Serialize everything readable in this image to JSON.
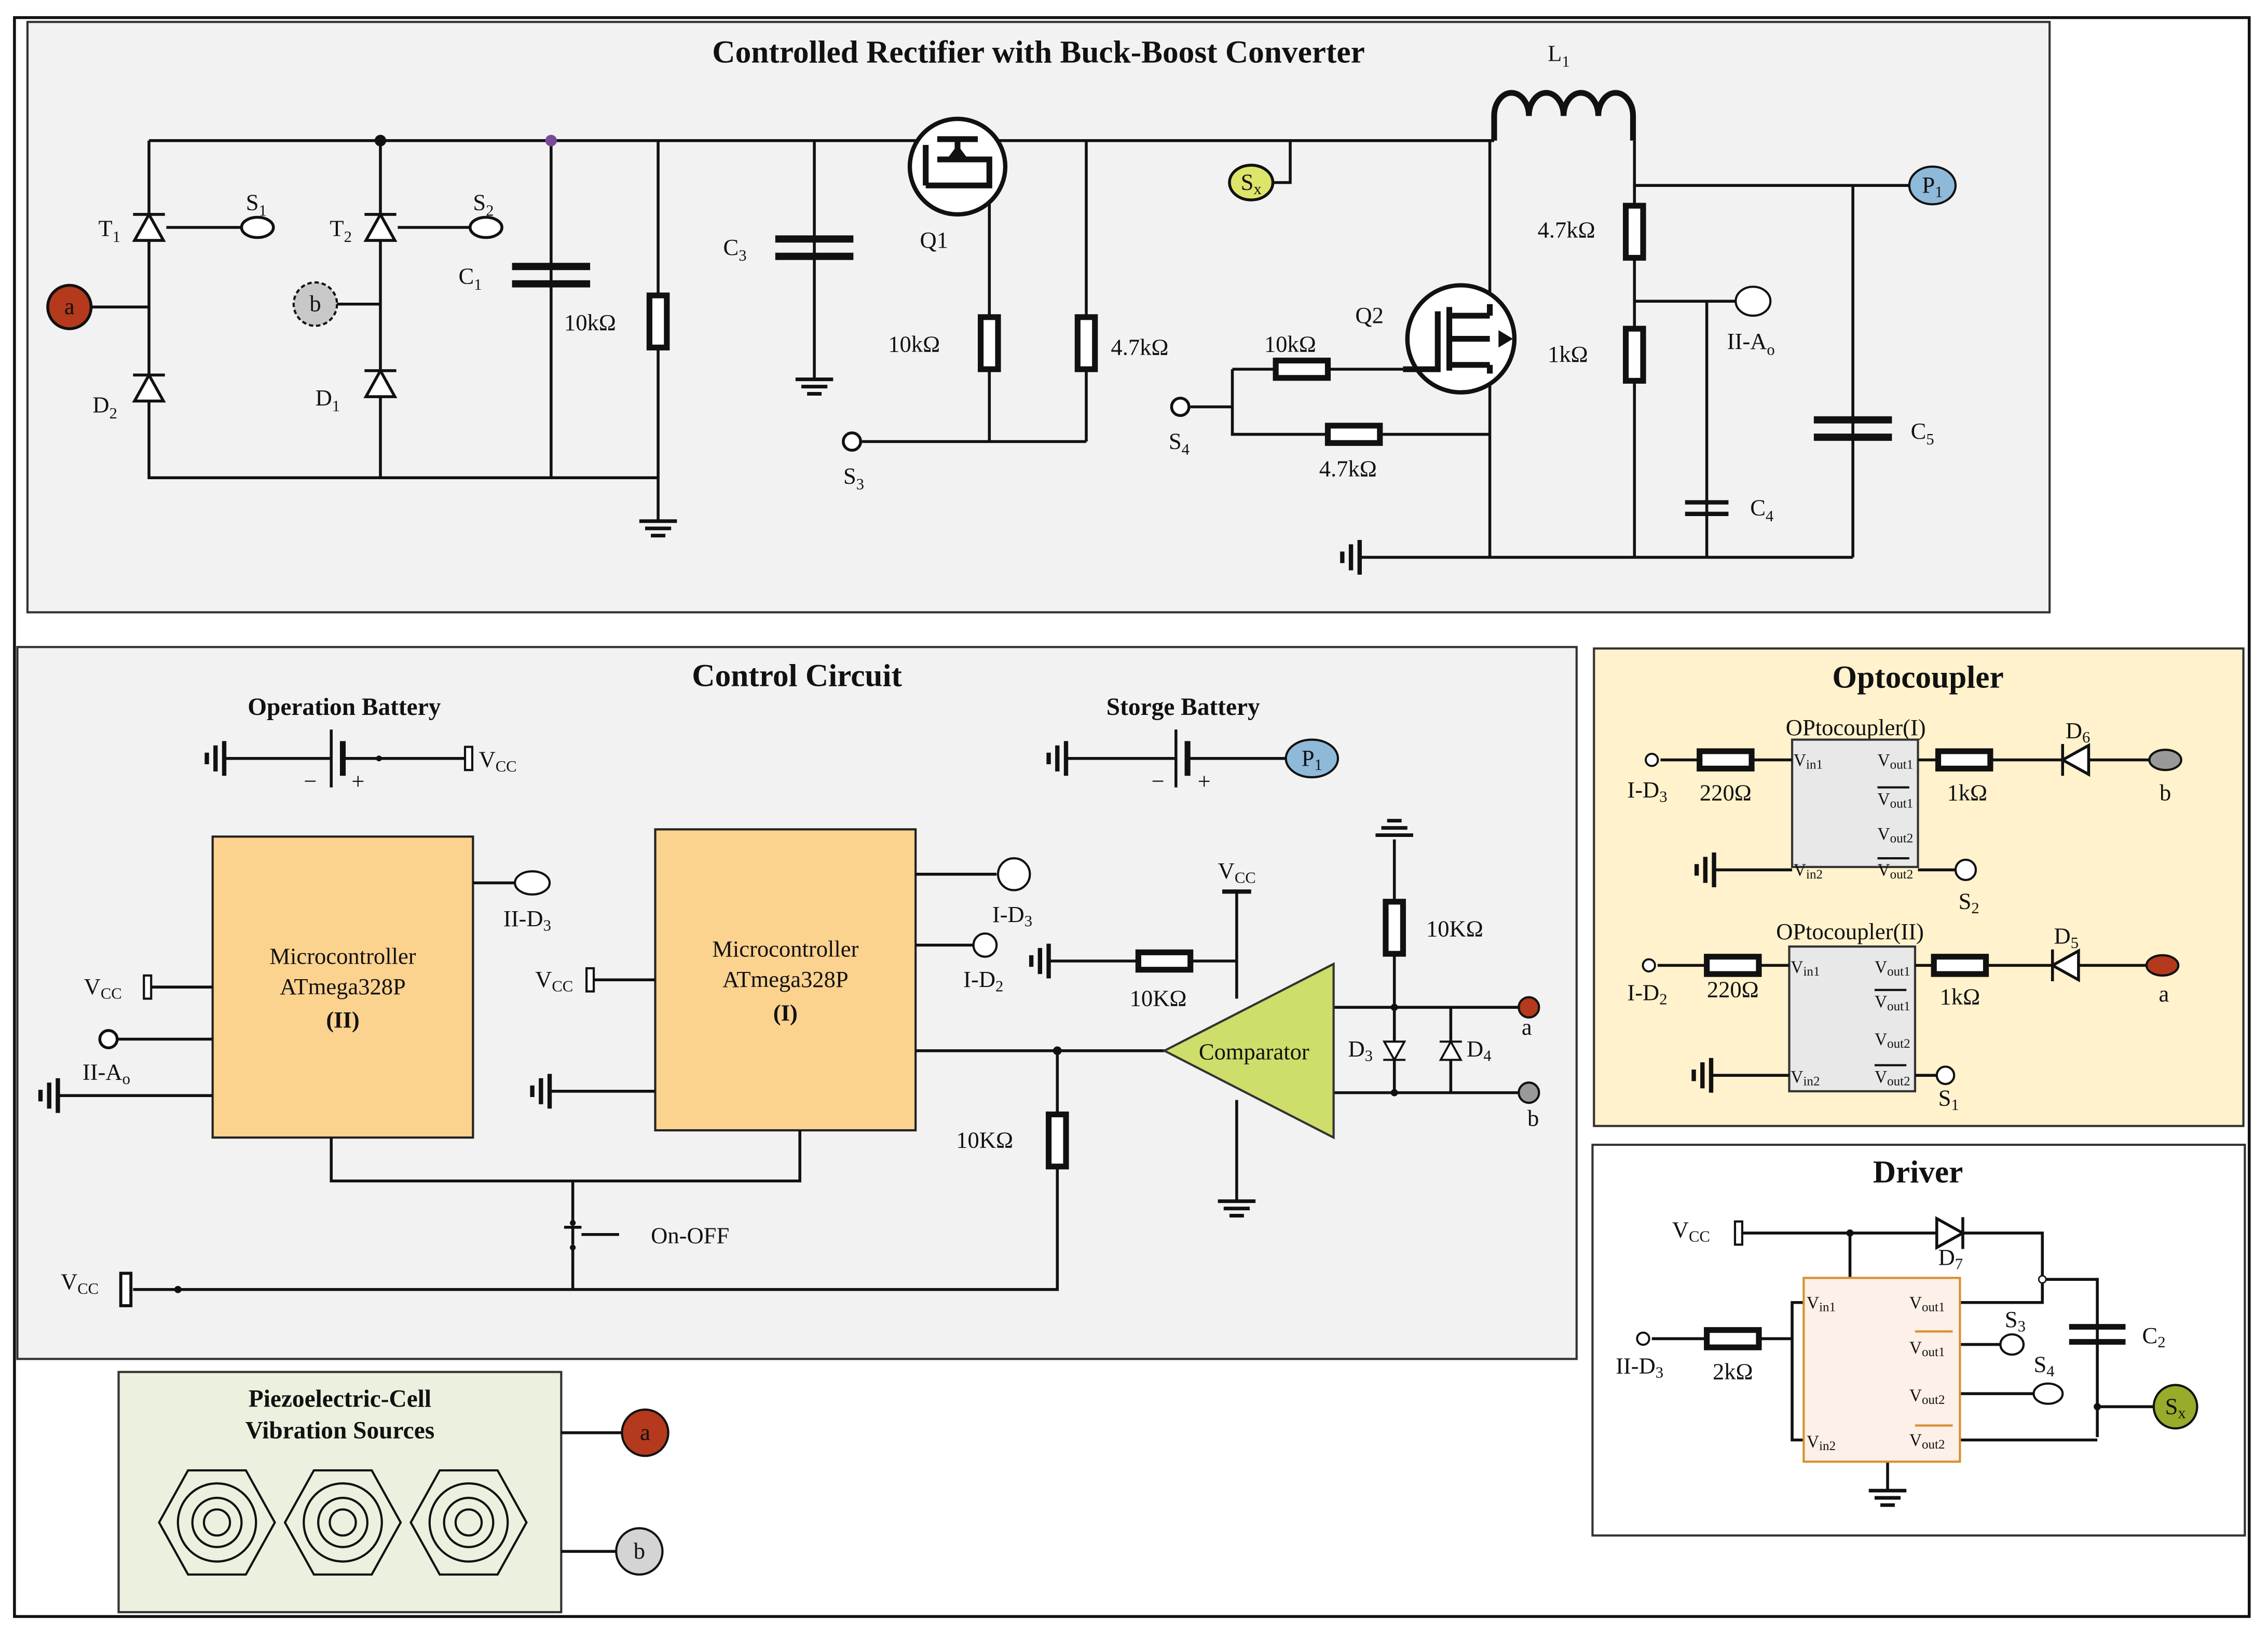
{
  "rectifier": {
    "title": "Controlled Rectifier with Buck-Boost Converter",
    "L1": {
      "base": "L",
      "sub": "1"
    },
    "T1": {
      "base": "T",
      "sub": "1"
    },
    "T2": {
      "base": "T",
      "sub": "2"
    },
    "D1": {
      "base": "D",
      "sub": "1"
    },
    "D2": {
      "base": "D",
      "sub": "2"
    },
    "S1": {
      "base": "S",
      "sub": "1"
    },
    "S2": {
      "base": "S",
      "sub": "2"
    },
    "S3": {
      "base": "S",
      "sub": "3"
    },
    "S4": {
      "base": "S",
      "sub": "4"
    },
    "C1": {
      "base": "C",
      "sub": "1"
    },
    "C3": {
      "base": "C",
      "sub": "3"
    },
    "C4": {
      "base": "C",
      "sub": "4"
    },
    "C5": {
      "base": "C",
      "sub": "5"
    },
    "Q1": "Q1",
    "Q2": "Q2",
    "Sx": {
      "base": "S",
      "sub": "x"
    },
    "P1": {
      "base": "P",
      "sub": "1"
    },
    "a": "a",
    "b": "b",
    "IIAo": {
      "base": "II-A",
      "sub": "o"
    },
    "r_c1": "10kΩ",
    "r_q1_source": "10kΩ",
    "r_q1_drain": "4.7kΩ",
    "r_q2_gate": "10kΩ",
    "r_q2_gs": "4.7kΩ",
    "r_div_top": "4.7kΩ",
    "r_div_bot": "1kΩ"
  },
  "control": {
    "title": "Control Circuit",
    "operation_battery": "Operation Battery",
    "storage_battery": "Storge Battery",
    "minus": "−",
    "plus": "+",
    "vcc": {
      "base": "V",
      "sub": "CC"
    },
    "P1": {
      "base": "P",
      "sub": "1"
    },
    "mcu2": {
      "line1": "Microcontroller",
      "line2": "ATmega328P",
      "line3": "(II)"
    },
    "mcu1": {
      "line1": "Microcontroller",
      "line2": "ATmega328P",
      "line3": "(I)"
    },
    "IID3": {
      "base": "II-D",
      "sub": "3"
    },
    "IIAo": {
      "base": "II-A",
      "sub": "o"
    },
    "ID3": {
      "base": "I-D",
      "sub": "3"
    },
    "ID2": {
      "base": "I-D",
      "sub": "2"
    },
    "comparator": "Comparator",
    "r_ref": "10KΩ",
    "r_pull": "10KΩ",
    "r_out": "10KΩ",
    "switch": "On-OFF",
    "D3": {
      "base": "D",
      "sub": "3"
    },
    "D4": {
      "base": "D",
      "sub": "4"
    },
    "a": "a",
    "b": "b"
  },
  "optocoupler": {
    "title": "Optocoupler",
    "unit1": {
      "name": "OPtocoupler(I)",
      "input": {
        "base": "I-D",
        "sub": "3"
      },
      "r_in": "220Ω",
      "r_out": "1kΩ",
      "diode": {
        "base": "D",
        "sub": "6"
      },
      "terminal": "b",
      "out": {
        "base": "S",
        "sub": "2"
      }
    },
    "unit2": {
      "name": "OPtocoupler(II)",
      "input": {
        "base": "I-D",
        "sub": "2"
      },
      "r_in": "220Ω",
      "r_out": "1kΩ",
      "diode": {
        "base": "D",
        "sub": "5"
      },
      "terminal": "a",
      "out": {
        "base": "S",
        "sub": "1"
      }
    },
    "pins": {
      "vin1": {
        "base": "V",
        "sub": "in1"
      },
      "vin2": {
        "base": "V",
        "sub": "in2"
      },
      "vout1": {
        "base": "V",
        "sub": "out1"
      },
      "vout2": {
        "base": "V",
        "sub": "out2"
      }
    }
  },
  "driver": {
    "title": "Driver",
    "vcc": {
      "base": "V",
      "sub": "CC"
    },
    "D7": {
      "base": "D",
      "sub": "7"
    },
    "C2": {
      "base": "C",
      "sub": "2"
    },
    "S3": {
      "base": "S",
      "sub": "3"
    },
    "S4": {
      "base": "S",
      "sub": "4"
    },
    "Sx": {
      "base": "S",
      "sub": "x"
    },
    "input": {
      "base": "II-D",
      "sub": "3"
    },
    "r_in": "2kΩ",
    "pins": {
      "vin1": {
        "base": "V",
        "sub": "in1"
      },
      "vin2": {
        "base": "V",
        "sub": "in2"
      },
      "vout1": {
        "base": "V",
        "sub": "out1"
      },
      "vout2": {
        "base": "V",
        "sub": "out2"
      }
    }
  },
  "piezo": {
    "title_line1": "Piezoelectric-Cell",
    "title_line2": "Vibration Sources",
    "a": "a",
    "b": "b"
  },
  "colors": {
    "terminal_a": "#b5391c",
    "terminal_b": "#c8c8c8",
    "terminal_p1": "#8fb9d9",
    "terminal_sx_top": "#dde56a",
    "terminal_sx_driver": "#9aaa2a",
    "mcu_fill": "#fcd28f",
    "comparator_fill": "#cfdd6a",
    "panel_gray": "#f2f2f2",
    "optocoupler_panel": "#fff2cc",
    "piezo_panel": "#ebf1de",
    "driver_ic": "#fdf0e8"
  }
}
